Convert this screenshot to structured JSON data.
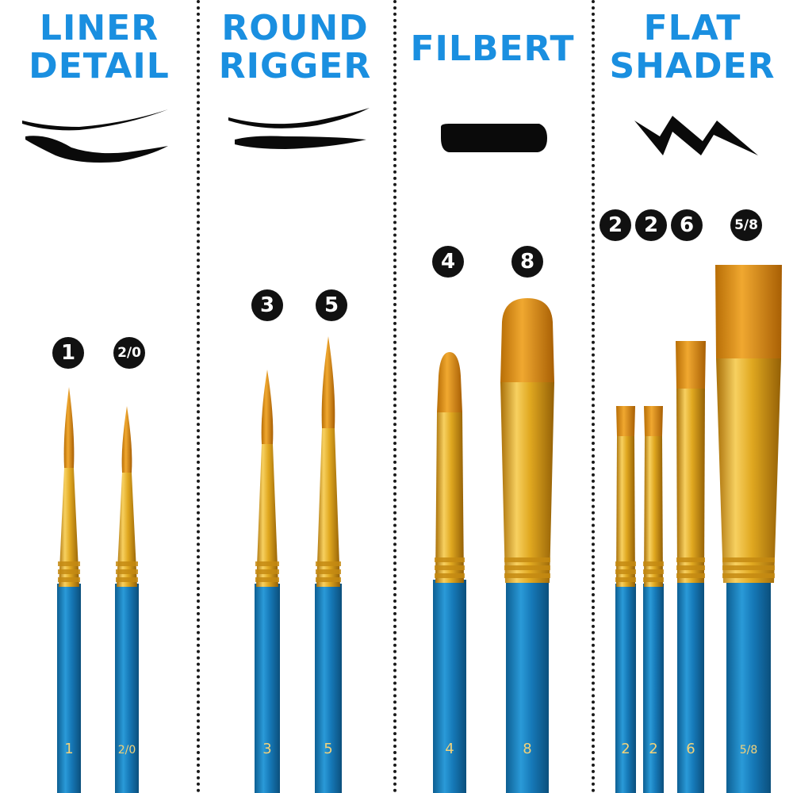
{
  "colors": {
    "heading": "#1a8fe0",
    "handle": "#1679b8",
    "ferrule": "#e0a820",
    "bristle": "#d98c10",
    "badge": "#111111",
    "stroke": "#0a0a0a"
  },
  "sections": [
    {
      "title_line1": "LINER",
      "title_line2": "DETAIL",
      "badges": [
        {
          "label": "1"
        },
        {
          "label": "2/0"
        }
      ],
      "handle_labels": [
        "1",
        "2/0"
      ]
    },
    {
      "title_line1": "ROUND",
      "title_line2": "RIGGER",
      "badges": [
        {
          "label": "3"
        },
        {
          "label": "5"
        }
      ],
      "handle_labels": [
        "3",
        "5"
      ]
    },
    {
      "title_line1": "FILBERT",
      "title_line2": "",
      "badges": [
        {
          "label": "4"
        },
        {
          "label": "8"
        }
      ],
      "handle_labels": [
        "4",
        "8"
      ]
    },
    {
      "title_line1": "FLAT",
      "title_line2": "SHADER",
      "badges": [
        {
          "label": "2"
        },
        {
          "label": "2"
        },
        {
          "label": "6"
        },
        {
          "label": "5/8"
        }
      ],
      "handle_labels": [
        "2",
        "2",
        "6",
        "5/8"
      ]
    }
  ]
}
